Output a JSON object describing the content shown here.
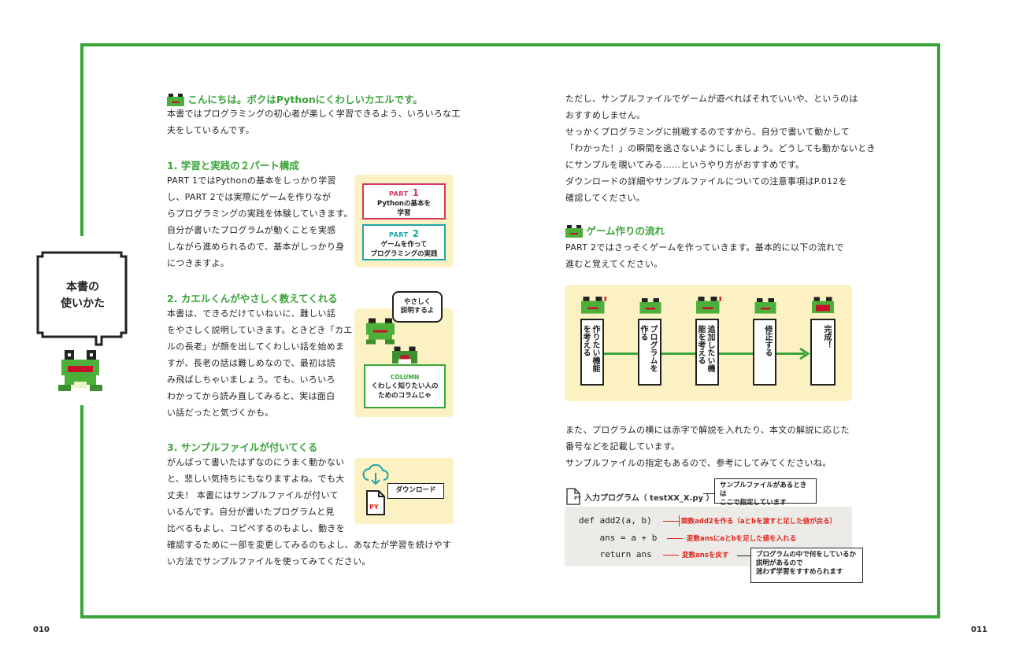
{
  "page_numbers": {
    "left": "010",
    "right": "011"
  },
  "badge": {
    "line1": "本書の",
    "line2": "使いかた"
  },
  "intro": {
    "heading": "こんにちは。ボクはPythonにくわしいカエルです。",
    "lines": [
      "本書ではプログラミングの初心者が楽しく学習できるよう、いろいろな工",
      "夫をしているんです。"
    ]
  },
  "section1": {
    "heading": "1. 学習と実践の２パート構成",
    "lines": [
      "PART 1ではPythonの基本をしっかり学習",
      "し、PART 2では実際にゲームを作りなが",
      "らプログラミングの実践を体験していきます。",
      "自分が書いたプログラムが動くことを実感",
      "しながら進められるので、基本がしっかり身",
      "につきますよ。"
    ],
    "part1": {
      "word": "PART",
      "num": "1",
      "label": "Pythonの基本を\n学習",
      "color": "#d9365e"
    },
    "part2": {
      "word": "PART",
      "num": "2",
      "label": "ゲームを作って\nプログラミングの実践",
      "color": "#1ea5a8"
    }
  },
  "section2": {
    "heading": "2. カエルくんがやさしく教えてくれる",
    "lines": [
      "本書は、できるだけていねいに、難しい話",
      "をやさしく説明していきます。ときどき「カエ",
      "ルの長老」が顔を出してくわしい話を始めま",
      "すが、長老の話は難しめなので、最初は読",
      "み飛ばしちゃいましょう。でも、いろいろ",
      "わかってから読み直してみると、実は面白",
      "い話だったと気づくかも。"
    ],
    "bubble": "やさしく\n説明するよ",
    "column_word": "COLUMN",
    "column_label": "くわしく知りたい人の\nためのコラムじゃ"
  },
  "section3": {
    "heading": "3. サンプルファイルが付いてくる",
    "lines": [
      "がんばって書いたはずなのにうまく動かない",
      "と、悲しい気持ちにもなりますよね。でも大",
      "丈夫！ 本書にはサンプルファイルが付いて",
      "いるんです。自分が書いたプログラムと見",
      "比べるもよし、コピペするのもよし、動きを",
      "確認するために一部を変更してみるのもよし、あなたが学習を続けやす",
      "い方法でサンプルファイルを使ってみてください。"
    ],
    "download_label": "ダウンロード",
    "py_label": "PY"
  },
  "right_top": {
    "lines": [
      "ただし、サンプルファイルでゲームが遊べればそれでいいや、というのは",
      "おすすめしません。",
      "せっかくプログラミングに挑戦するのですから、自分で書いて動かして",
      "「わかった！」の瞬間を逃さないようにしましょう。どうしても動かないとき",
      "にサンプルを覗いてみる……というやり方がおすすめです。",
      "ダウンロードの詳細やサンプルファイルについての注意事項はP.012を",
      "確認してください。"
    ]
  },
  "flow": {
    "heading": "ゲーム作りの流れ",
    "lines": [
      "PART 2ではさっそくゲームを作っていきます。基本的に以下の流れで",
      "進むと覚えてください。"
    ],
    "steps": [
      "作りたい機能を考える",
      "プログラムを作る",
      "追加したい機能を考える",
      "修正する",
      "完成！"
    ]
  },
  "after_flow": {
    "lines": [
      "また、プログラムの横には赤字で解説を入れたり、本文の解説に応じた",
      "番号などを記載しています。",
      "サンプルファイルの指定もあるので、参考にしてみてくださいね。"
    ]
  },
  "code_sample": {
    "file_icon_label": "PY",
    "caption": "入力プログラム（ testXX_X.py ）",
    "callout_top": "サンプルファイルがあるときは\nここで指定しています",
    "code_lines": [
      "def add2(a, b)",
      "    ans = a + b",
      "    return ans"
    ],
    "notes": [
      "関数add2を作る（aとbを渡すと足した値が戻る）",
      "変数ansにaとbを足した値を入れる",
      "変数ansを戻す"
    ],
    "callout_bottom": "プログラムの中で何をしているか\n説明があるので\n迷わず学習をすすめられます"
  },
  "colors": {
    "accent": "#3aa53a",
    "red_note": "#e0231b",
    "yellow_panel": "#fbf1c3"
  }
}
